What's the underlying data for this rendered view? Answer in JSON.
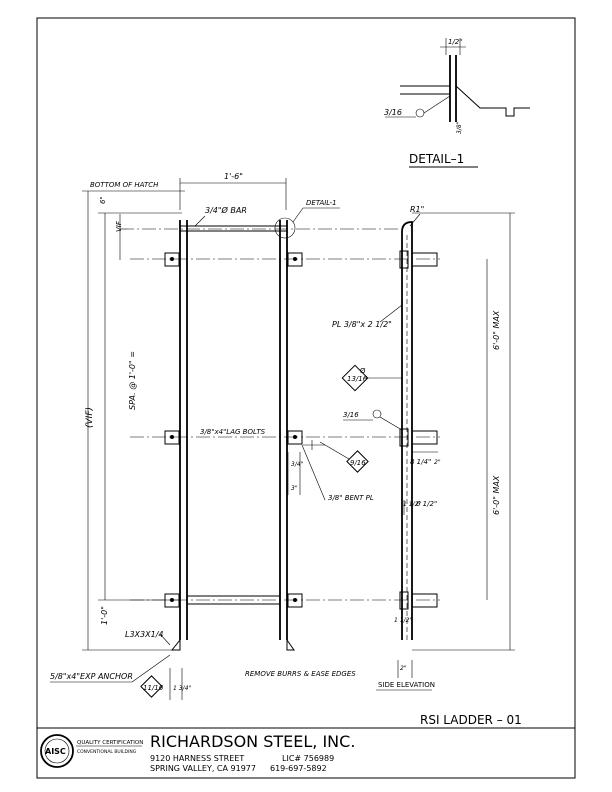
{
  "detail": {
    "title": "DETAIL–1",
    "dim_top": "1/2\"",
    "weld_left": "3/16",
    "dim_side": "3/8\""
  },
  "elevation": {
    "bottom_of_hatch": "BOTTOM OF HATCH",
    "dim_6": "6\"",
    "vif": "VIF",
    "width": "1'-6\"",
    "bar": "3/4\"Ø BAR",
    "detail_ref": "DETAIL-1",
    "overall": "(VIF)",
    "spacing": "SPA. @ 1'-0\" =",
    "lag_bolts": "3/8\"x4\"LAG BOLTS",
    "dim_3_4": "3/4\"",
    "dim_3": "3\"",
    "bent_pl": "3/8\" BENT PL",
    "angle": "L3X3X1/4",
    "bottom_1ft": "1'-0\"",
    "anchor": "5/8\"x4\"EXP ANCHOR",
    "anchor_tag": "11/16",
    "anchor_dim": "1 3/4\"",
    "bolt_tag": "9/16",
    "note": "REMOVE BURRS & EASE EDGES"
  },
  "side": {
    "radius": "R1\"",
    "plate": "PL 3/8\"x 2 1/2\"",
    "hole_tag": "13/16",
    "hole_sym": "Ø",
    "weld": "3/16",
    "max_top": "6'-0\" MAX",
    "max_bot": "6'-0\" MAX",
    "dim_a": "8 1/4\"",
    "dim_b": "2\"",
    "dim_c": "1 1/2\"",
    "dim_d": "6 1/2\"",
    "dim_e": "1 1/2\"",
    "dim_f": "2\"",
    "label": "SIDE ELEVATION"
  },
  "title_block": {
    "drawing_no": "RSI LADDER – 01",
    "company": "RICHARDSON STEEL, INC.",
    "street": "9120 HARNESS STREET",
    "city": "SPRING VALLEY, CA 91977",
    "lic": "LIC# 756989",
    "phone": "619-697-5892",
    "cert_line1": "QUALITY CERTIFICATION",
    "cert_line2": "CONVENTIONAL BUILDING",
    "logo_text": "AISC"
  }
}
